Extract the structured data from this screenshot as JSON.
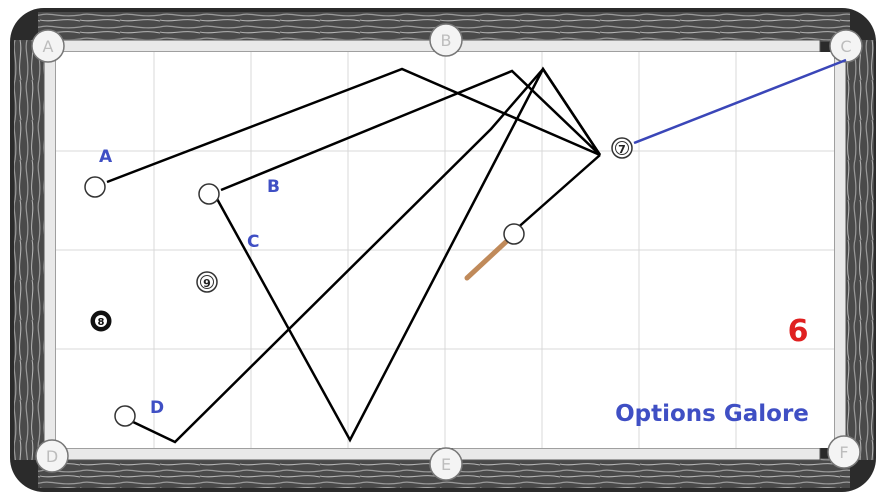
{
  "diagram": {
    "title": "Options Galore",
    "number": "6",
    "colors": {
      "title": "#3f4fc4",
      "number": "#e02020",
      "blue_line": "#3a46b8",
      "path_line": "#000000",
      "cue_stick": "#c08a5a",
      "rail": "#2e2e2e",
      "cloth": "#ffffff",
      "grid": "#d9d9d9"
    },
    "pockets": [
      {
        "id": "A",
        "label": "A"
      },
      {
        "id": "B",
        "label": "B"
      },
      {
        "id": "C",
        "label": "C"
      },
      {
        "id": "D",
        "label": "D"
      },
      {
        "id": "E",
        "label": "E"
      },
      {
        "id": "F",
        "label": "F"
      }
    ],
    "balls": [
      {
        "id": "ball-7",
        "number": "7"
      },
      {
        "id": "ball-8",
        "number": "8"
      },
      {
        "id": "ball-9",
        "number": "9"
      }
    ],
    "position_labels": [
      "A",
      "B",
      "C",
      "D"
    ]
  }
}
